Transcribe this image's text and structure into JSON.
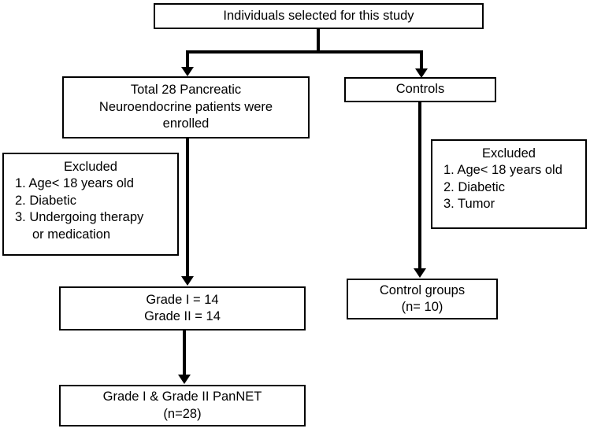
{
  "diagram": {
    "title": "Individuals selected for this study",
    "type": "study-enrollment-flowchart"
  },
  "nodes": {
    "root": {
      "label": "Individuals selected for this study"
    },
    "patients": {
      "line1": "Total 28 Pancreatic",
      "line2": "Neuroendocrine patients were",
      "line3": "enrolled"
    },
    "controls": {
      "label": "Controls"
    },
    "excluded_patients": {
      "header": "Excluded",
      "items": [
        "1. Age< 18 years old",
        "2. Diabetic",
        "3. Undergoing therapy",
        "or medication"
      ]
    },
    "excluded_controls": {
      "header": "Excluded",
      "items": [
        "1. Age< 18 years old",
        "2. Diabetic",
        "3. Tumor"
      ]
    },
    "grades": {
      "line1": "Grade I = 14",
      "line2": "Grade II = 14"
    },
    "control_groups": {
      "line1": "Control groups",
      "line2": "(n= 10)"
    },
    "final": {
      "line1": "Grade I & Grade II PanNET",
      "line2": "(n=28)"
    }
  },
  "colors": {
    "stroke": "#000000",
    "fill": "#ffffff",
    "text": "#000000"
  }
}
